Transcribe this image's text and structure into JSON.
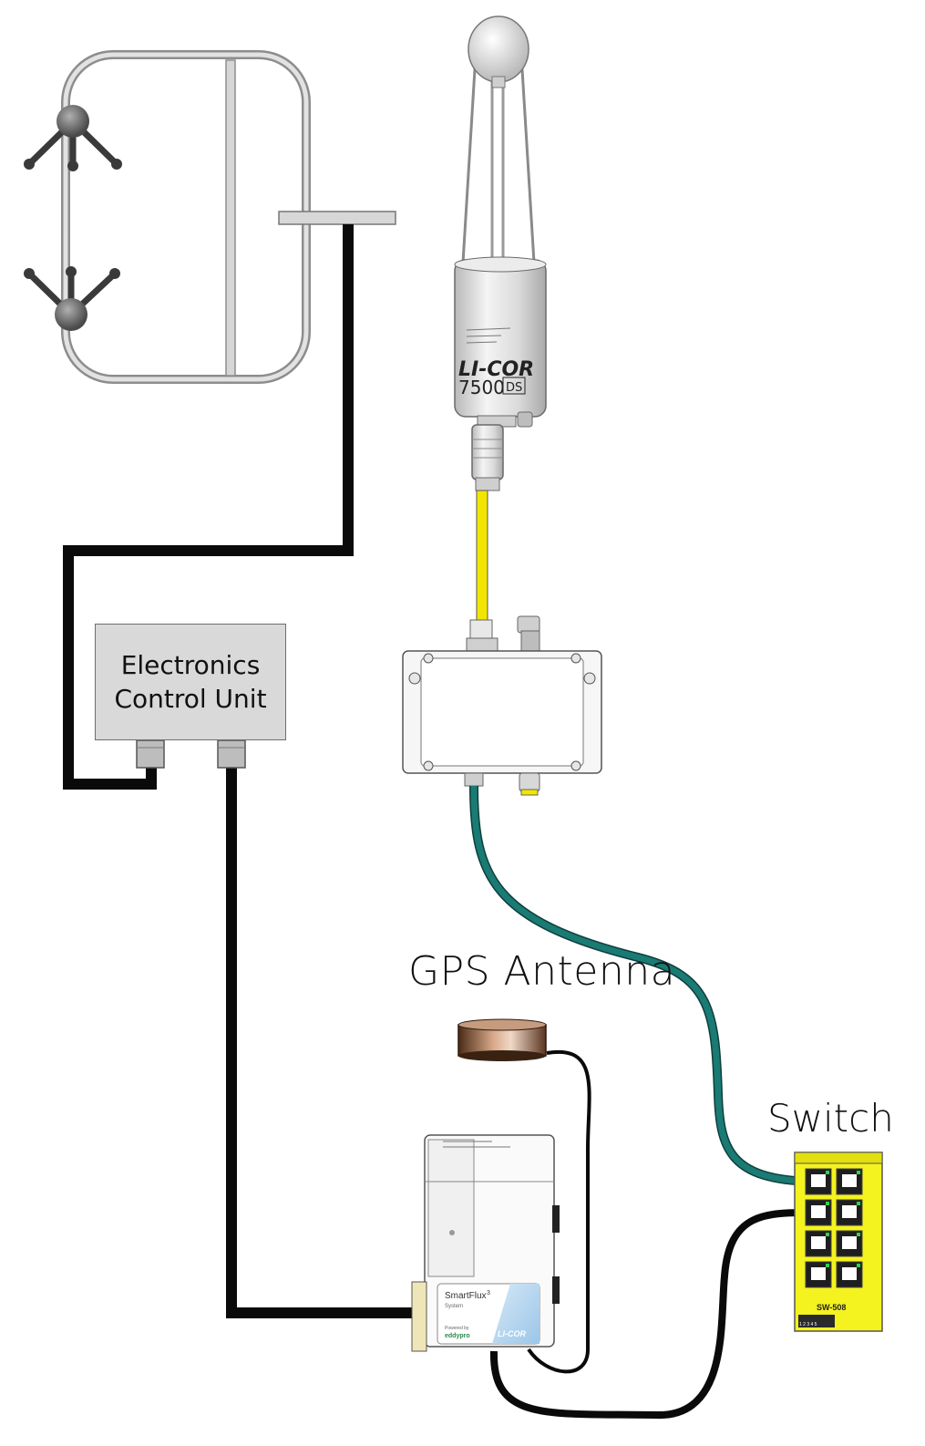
{
  "labels": {
    "ecu_line1": "Electronics",
    "ecu_line2": "Control Unit",
    "gps_antenna": "GPS Antenna",
    "switch": "Switch"
  },
  "analyzer": {
    "brand": "LI-COR",
    "model": "7500",
    "model_suffix": "DS"
  },
  "smartflux": {
    "name": "SmartFlux",
    "version": "3",
    "subtitle": "System",
    "powered_by": "Powered by",
    "powered_brand": "eddypro",
    "brand": "LI-COR"
  },
  "switch_device": {
    "model": "SW-508",
    "port_numbers": "1 2 3 4 5"
  },
  "icons": [
    "sonic-anemometer-icon",
    "gas-analyzer-icon",
    "gps-antenna-icon",
    "network-switch-icon"
  ],
  "colors": {
    "cable_black": "#0a0a0a",
    "cable_yellow": "#f2e600",
    "cable_teal": "#1a7a74",
    "switch_body": "#f4f21f",
    "ecu_fill": "#d9d9d9"
  }
}
